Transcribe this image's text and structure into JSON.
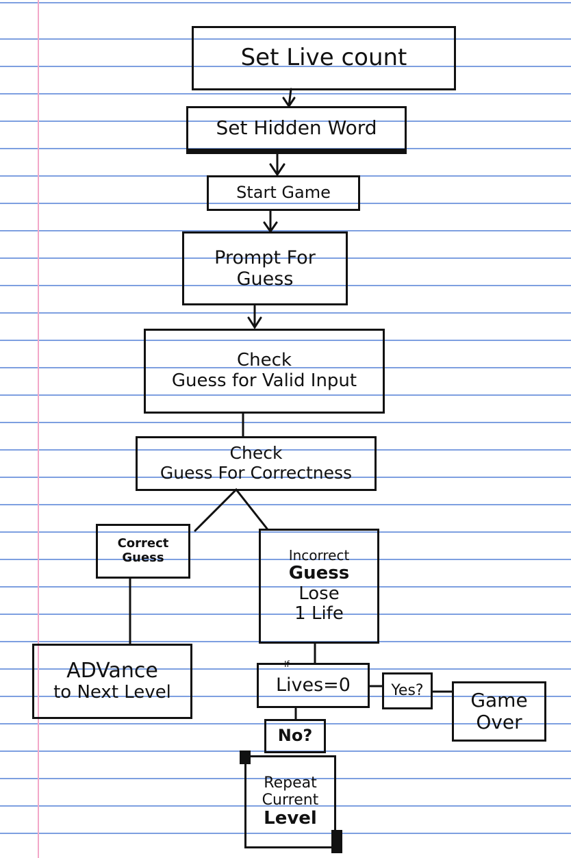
{
  "colors": {
    "ink": "#111111",
    "rule_line": "#7d9fe0",
    "margin_line": "#f2a7c8",
    "paper": "#ffffff"
  },
  "nodes": {
    "set_live_count": "Set Live count",
    "set_hidden_word": "Set Hidden Word",
    "start_game": "Start Game",
    "prompt_for_guess": {
      "line1": "Prompt For",
      "line2": "Guess"
    },
    "check_valid_input": {
      "line1": "Check",
      "line2": "Guess for Valid Input"
    },
    "check_correctness": {
      "line1": "Check",
      "line2": "Guess For Correctness"
    },
    "correct_guess": {
      "line1": "Correct",
      "line2": "Guess"
    },
    "incorrect_guess": {
      "line1": "Incorrect",
      "line2": "Guess",
      "line3": "Lose",
      "line4": "1 Life"
    },
    "advance_level": {
      "line1": "ADVance",
      "line2": "to Next Level"
    },
    "lives_check": {
      "prefix": "If",
      "text": "Lives=0"
    },
    "yes": "Yes?",
    "no": "No?",
    "game_over": {
      "line1": "Game",
      "line2": "Over"
    },
    "repeat_level": {
      "line1": "Repeat",
      "line2": "Current",
      "line3": "Level"
    }
  }
}
